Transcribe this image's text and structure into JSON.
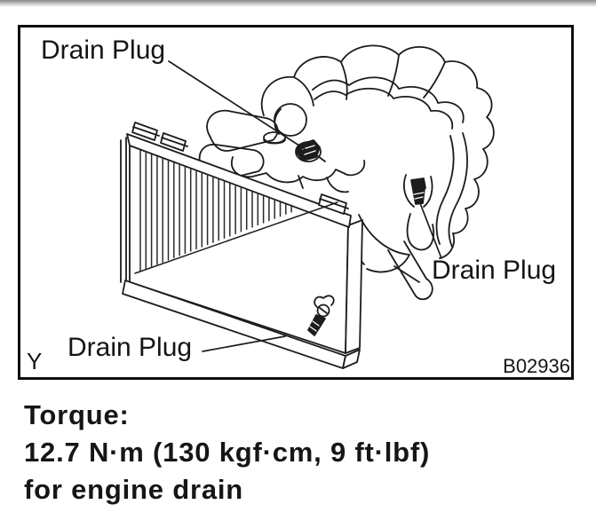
{
  "colors": {
    "line": "#1c1c1c",
    "background": "#ffffff",
    "frame_border": "#0e0e0e"
  },
  "figure": {
    "frame_code": "B02936",
    "view_marker": "Y",
    "callouts": {
      "engine_top": "Drain Plug",
      "engine_right": "Drain Plug",
      "radiator_bottom": "Drain Plug"
    }
  },
  "torque_note": {
    "title": "Torque:",
    "value": "12.7 N·m (130 kgf·cm, 9 ft·lbf)",
    "applies_to": "for engine drain"
  }
}
